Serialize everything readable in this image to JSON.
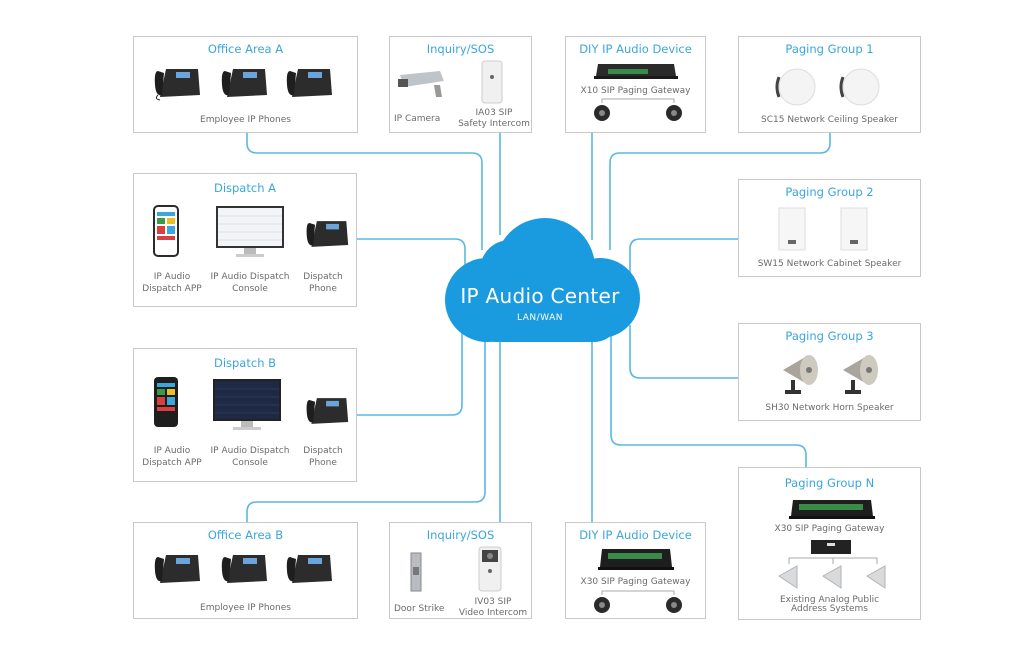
{
  "center": {
    "title": "IP Audio Center",
    "subtitle": "LAN/WAN",
    "color": "#1a9be0",
    "line_color": "#5ab8e3"
  },
  "groups": {
    "office_a": {
      "title": "Office Area A",
      "caption": "Employee IP Phones"
    },
    "inquiry_top": {
      "title": "Inquiry/SOS",
      "items": [
        "IP Camera",
        "IA03 SIP",
        "Safety Intercom"
      ]
    },
    "diy_top": {
      "title": "DIY IP Audio Device",
      "caption": "X10 SIP Paging Gateway"
    },
    "paging_1": {
      "title": "Paging Group 1",
      "caption": "SC15 Network Ceiling Speaker"
    },
    "dispatch_a": {
      "title": "Dispatch A",
      "items": [
        [
          "IP Audio",
          "Dispatch APP"
        ],
        [
          "IP Audio Dispatch",
          "Console"
        ],
        [
          "Dispatch",
          "Phone"
        ]
      ]
    },
    "paging_2": {
      "title": "Paging Group 2",
      "caption": "SW15 Network  Cabinet  Speaker"
    },
    "dispatch_b": {
      "title": "Dispatch B",
      "items": [
        [
          "IP Audio",
          "Dispatch APP"
        ],
        [
          "IP Audio Dispatch",
          "Console"
        ],
        [
          "Dispatch",
          "Phone"
        ]
      ]
    },
    "paging_3": {
      "title": "Paging Group 3",
      "caption": "SH30 Network Horn Speaker"
    },
    "office_b": {
      "title": "Office Area B",
      "caption": "Employee IP Phones"
    },
    "inquiry_bottom": {
      "title": "Inquiry/SOS",
      "items": [
        "Door Strike",
        "IV03 SIP",
        "Video Intercom"
      ]
    },
    "diy_bottom": {
      "title": "DIY IP Audio Device",
      "caption": "X30 SIP Paging Gateway"
    },
    "paging_n": {
      "title": "Paging Group N",
      "caption": "X30 SIP Paging Gateway",
      "caption2": "Existing Analog Public",
      "caption3": "Address Systems"
    }
  }
}
